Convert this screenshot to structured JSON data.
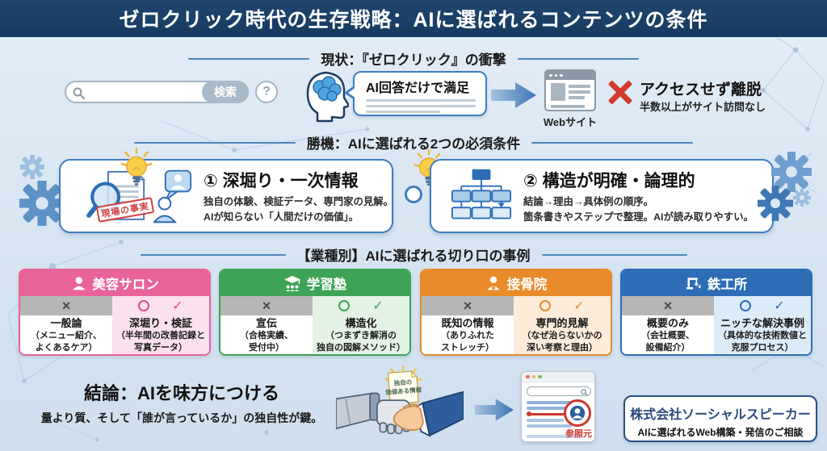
{
  "header": {
    "title": "ゼロクリック時代の生存戦略：AIに選ばれるコンテンツの条件",
    "bar_color": "#1b3c63"
  },
  "current": {
    "section_title": "現状：『ゼロクリック』の衝撃",
    "search": {
      "value": "",
      "button_label": "検索",
      "help_label": "?"
    },
    "bubble": {
      "text": "AI回答だけで満足"
    },
    "website_label": "Webサイト",
    "bounce": {
      "title": "アクセスせず離脱",
      "subtitle": "半数以上がサイト訪問なし",
      "x_color": "#d23b2f"
    }
  },
  "opportunity": {
    "section_title": "勝機：AIに選ばれる2つの必須条件",
    "cards": [
      {
        "stamp": "現場の事実",
        "title": "① 深堀り・一次情報",
        "line1": "独自の体験、検証データ、専門家の見解。",
        "line2": "AIが知らない「人間だけの価値」。"
      },
      {
        "title": "② 構造が明確・論理的",
        "line1": "結論→理由→具体例の順序。",
        "line2": "箇条書きやステップで整理。AIが読み取りやすい。"
      }
    ],
    "border_color": "#3d7ec0"
  },
  "industries": {
    "section_title": "【業種別】AIに選ばれる切り口の事例",
    "marks": {
      "bad": "×",
      "good_circle": "○",
      "check": "✓"
    },
    "cards": [
      {
        "name": "美容サロン",
        "color": "#e9639b",
        "tint": "#fbe0ed",
        "mark_color": "#d94f82",
        "bad_label": "一般論",
        "bad_sub": "（メニュー紹介、\nよくあるケア）",
        "good_label": "深堀り・検証",
        "good_sub": "（半年間の改善記録と\n写真データ）"
      },
      {
        "name": "学習塾",
        "color": "#3ea356",
        "tint": "#e3f2e5",
        "mark_color": "#3ea356",
        "bad_label": "宣伝",
        "bad_sub": "（合格実績、\n受付中）",
        "good_label": "構造化",
        "good_sub": "（つまずき解消の\n独自の図解メソッド）"
      },
      {
        "name": "接骨院",
        "color": "#e98a2b",
        "tint": "#fcecd9",
        "mark_color": "#e98a2b",
        "bad_label": "既知の情報",
        "bad_sub": "（ありふれた\nストレッチ）",
        "good_label": "専門的見解",
        "good_sub": "（なぜ治らないかの\n深い考察と理由）"
      },
      {
        "name": "鉄工所",
        "color": "#2e6db6",
        "tint": "#dcebf8",
        "mark_color": "#2e6db6",
        "bad_label": "概要のみ",
        "bad_sub": "（会社概要、\n設備紹介）",
        "good_label": "ニッチな解決事例",
        "good_sub": "（具体的な技術数値と\n克服プロセス）"
      }
    ]
  },
  "conclusion": {
    "title": "結論：AIを味方につける",
    "subtitle": "量より質、そして「誰が言っているか」の独自性が鍵。",
    "doc_line1": "独自の",
    "doc_line2": "価値ある情報",
    "reference_label": "参照元"
  },
  "company": {
    "name": "株式会社ソーシャルスピーカー",
    "tagline": "AIに選ばれるWeb構築・発信のご相談"
  }
}
